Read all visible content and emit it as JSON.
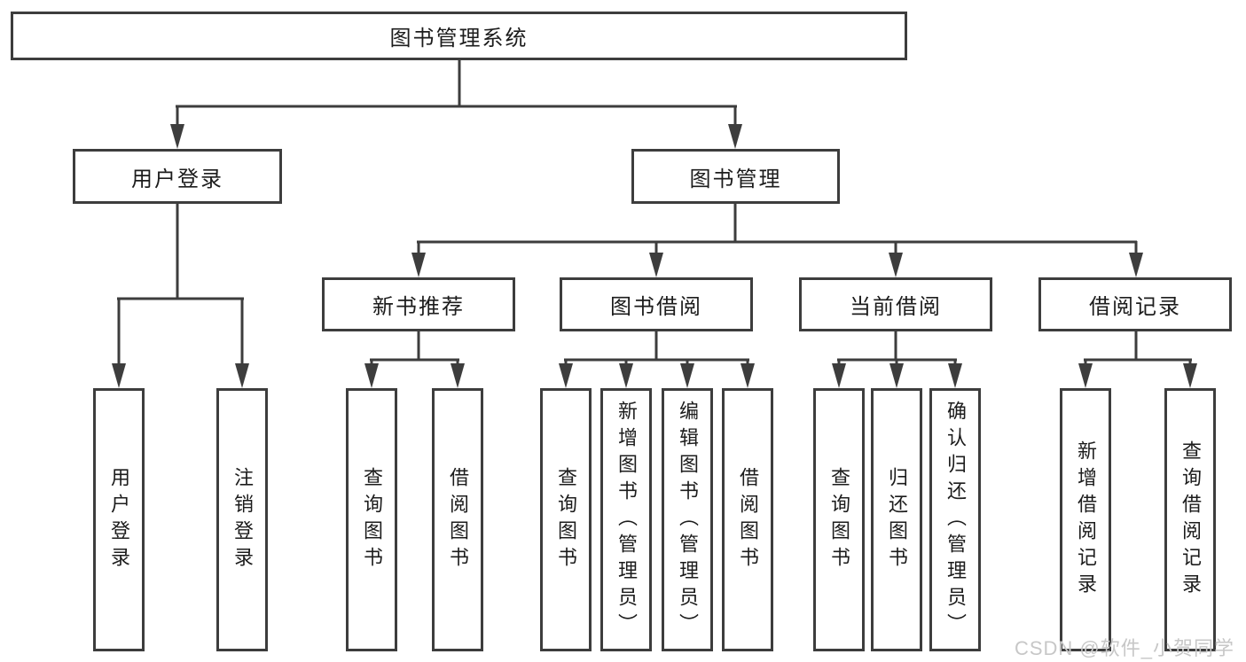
{
  "tree": {
    "root": "图书管理系统",
    "branches": [
      {
        "label": "用户登录",
        "children": [
          "用户登录",
          "注销登录"
        ]
      },
      {
        "label": "图书管理",
        "groups": [
          {
            "label": "新书推荐",
            "children": [
              "查询图书",
              "借阅图书"
            ]
          },
          {
            "label": "图书借阅",
            "children": [
              "查询图书",
              "新增图书（管理员）",
              "编辑图书（管理员）",
              "借阅图书"
            ]
          },
          {
            "label": "当前借阅",
            "children": [
              "查询图书",
              "归还图书",
              "确认归还（管理员）"
            ]
          },
          {
            "label": "借阅记录",
            "children": [
              "新增借阅记录",
              "查询借阅记录"
            ]
          }
        ]
      }
    ]
  },
  "watermark": "CSDN @软件_小贺同学",
  "colors": {
    "line": "#3d3d3d",
    "text": "#1c1c1c",
    "watermark": "#c7c7c7",
    "background": "#ffffff"
  }
}
